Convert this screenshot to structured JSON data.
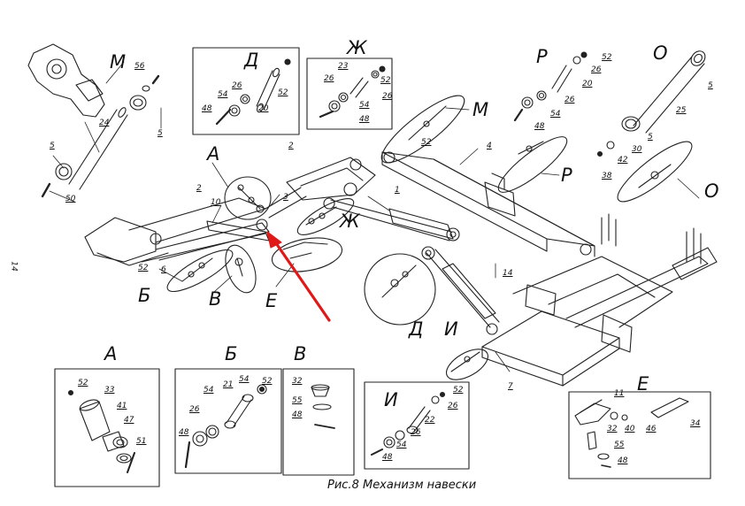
{
  "caption": "Рис.8  Механизм навески",
  "page_number": "14",
  "colors": {
    "line": "#222222",
    "arrow": "#e01818",
    "panel_border": "#333333"
  },
  "view_letters": {
    "M_top": "М",
    "D_top": "Д",
    "Zh_top": "Ж",
    "R_top": "Р",
    "O_top": "О",
    "A_main": "А",
    "M_callout": "М",
    "R_callout": "Р",
    "O_callout": "О",
    "Zh_callout": "Ж",
    "B_callout": "Б",
    "V_callout": "В",
    "E_callout": "Е",
    "D_callout": "Д",
    "I_callout": "И",
    "A_panel": "А",
    "B_panel": "Б",
    "V_panel": "В",
    "I_panel": "И",
    "E_panel": "Е"
  },
  "part_numbers": {
    "m56": "56",
    "m5": "5",
    "m24": "24",
    "m5b": "5",
    "m50": "50",
    "d26": "26",
    "d52": "52",
    "d54": "54",
    "d48": "48",
    "d20": "20",
    "zh23": "23",
    "zh26a": "26",
    "zh52": "52",
    "zh54": "54",
    "zh26b": "26",
    "zh48": "48",
    "r52": "52",
    "r26a": "26",
    "r20": "20",
    "r54": "54",
    "r26b": "26",
    "r48": "48",
    "o5a": "5",
    "o25": "25",
    "o5b": "5",
    "o30": "30",
    "o42": "42",
    "o38": "38",
    "c2a": "2",
    "c2b": "2",
    "c10": "10",
    "c3": "3",
    "c1": "1",
    "c4": "4",
    "c52": "52",
    "c14": "14",
    "c6": "6",
    "c52b": "52",
    "c7": "7",
    "a52": "52",
    "a33": "33",
    "a41": "41",
    "a47": "47",
    "a51": "51",
    "b54a": "54",
    "b21": "21",
    "b54b": "54",
    "b52": "52",
    "b26": "26",
    "b48": "48",
    "v32": "32",
    "v55": "55",
    "v48": "48",
    "i52": "52",
    "i26a": "26",
    "i22": "22",
    "i26b": "26",
    "i54": "54",
    "i48": "48",
    "e11": "11",
    "e32": "32",
    "e40": "40",
    "e46": "46",
    "e34": "34",
    "e55": "55",
    "e48": "48"
  }
}
